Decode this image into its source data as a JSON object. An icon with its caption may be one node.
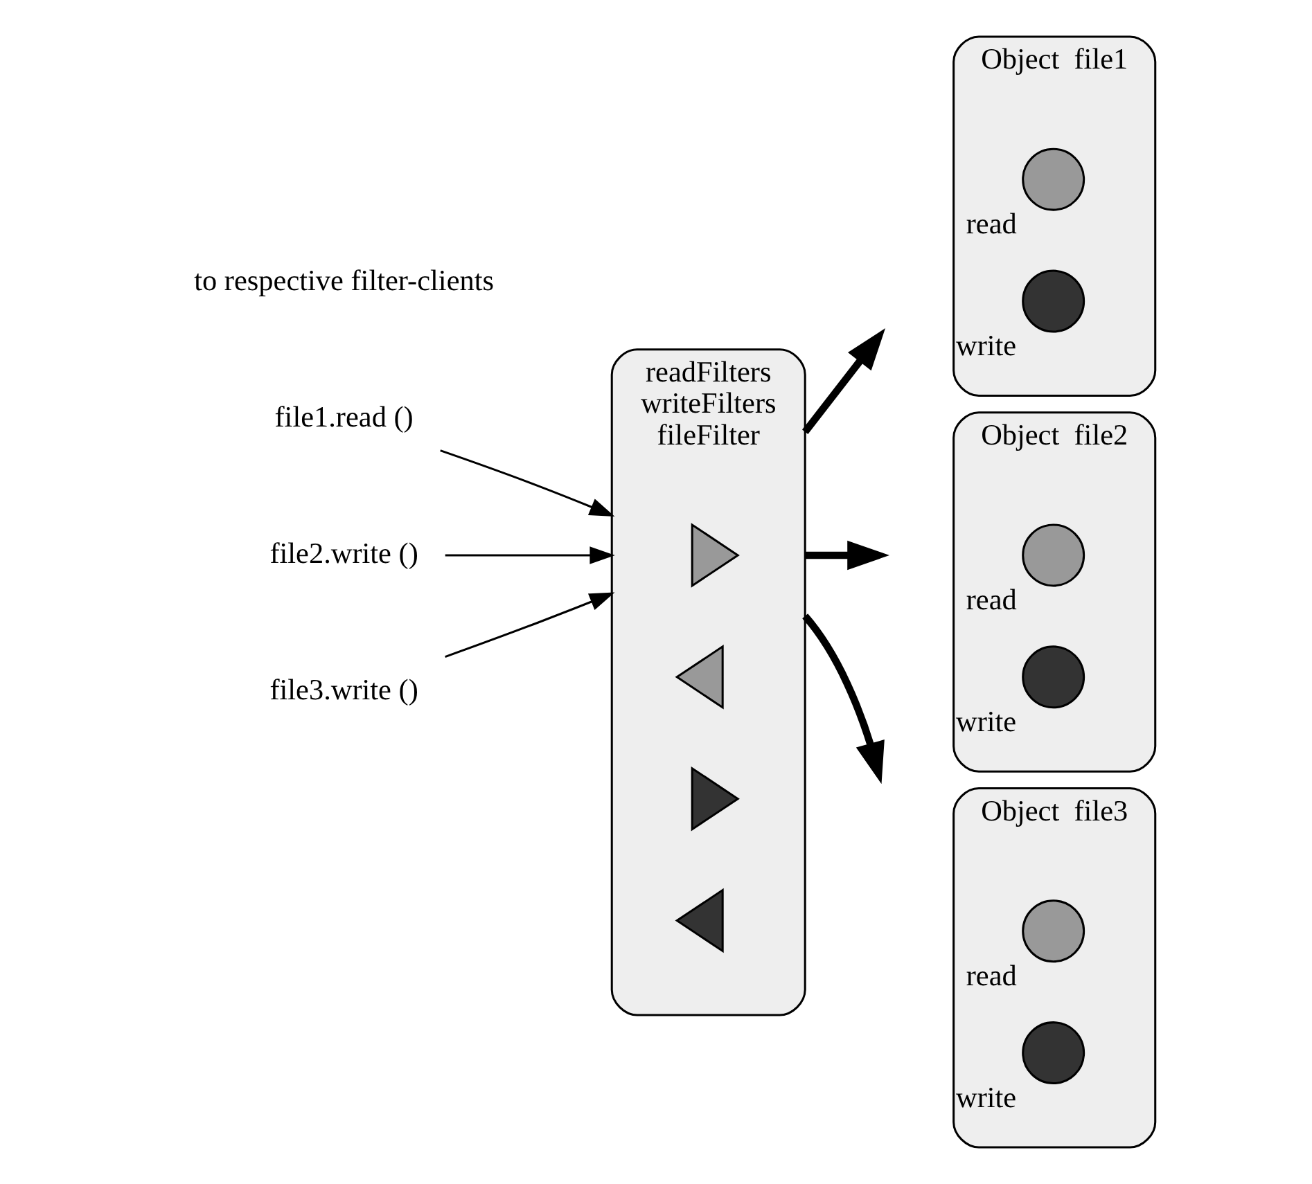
{
  "diagram": {
    "nodes": [
      {
        "text": [
          "file1.read ()"
        ]
      },
      {
        "text": [
          "file2.write ()"
        ]
      },
      {
        "text": [
          "file3.write ()"
        ]
      },
      {
        "text": [
          "readFilters",
          "writeFilters",
          "fileFilter"
        ]
      },
      {
        "text": [],
        "shape": "triangle",
        "in": 3
      },
      {
        "text": [],
        "shape": "triangle",
        "in": 3
      },
      {
        "text": [],
        "shape": "triangle",
        "in": 3
      },
      {
        "text": [],
        "shape": "triangle",
        "in": 3
      },
      {
        "text": [
          "Object  file1"
        ]
      },
      {
        "text": [],
        "shape": "circle",
        "in": 8,
        "beside": [
          "read"
        ]
      },
      {
        "text": [],
        "shape": "circle",
        "in": 8,
        "beside": [
          "write"
        ]
      },
      {
        "text": [
          "Object  file2"
        ]
      },
      {
        "text": [],
        "shape": "circle",
        "in": 11,
        "beside": [
          "read"
        ]
      },
      {
        "text": [],
        "shape": "circle",
        "in": 11,
        "beside": [
          "write"
        ]
      },
      {
        "text": [
          "Object  file3"
        ]
      },
      {
        "text": [],
        "shape": "circle",
        "in": 14,
        "beside": [
          "read"
        ]
      },
      {
        "text": [],
        "shape": "circle",
        "in": 14,
        "beside": [
          "write"
        ]
      }
    ],
    "edges": [
      {
        "from": 0,
        "to": 3,
        "arrow": "to"
      },
      {
        "from": 1,
        "to": 3,
        "arrow": "to"
      },
      {
        "from": 2,
        "to": 3,
        "arrow": "to"
      },
      {
        "from": 3,
        "to": null,
        "arrow": "to",
        "style": "thick"
      },
      {
        "from": 3,
        "to": null,
        "arrow": "to",
        "style": "thick"
      },
      {
        "from": 3,
        "to": null,
        "arrow": "to",
        "style": "thick"
      }
    ],
    "labels": [
      "to respective filter-clients"
    ]
  }
}
